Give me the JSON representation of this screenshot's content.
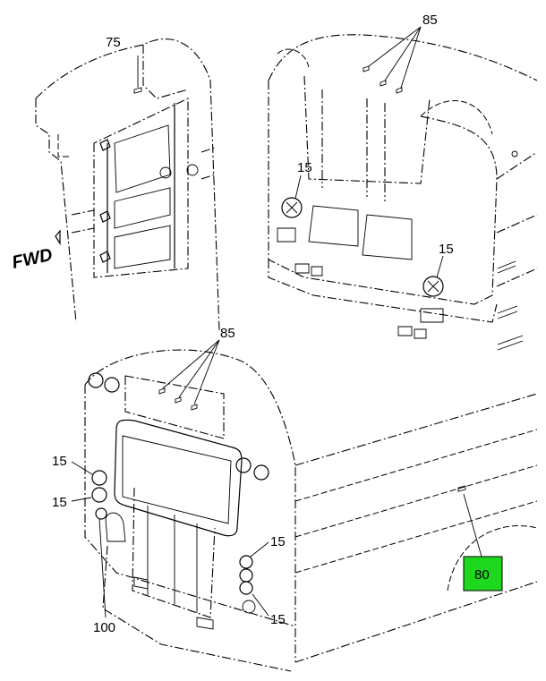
{
  "labels": {
    "c75": "75",
    "c85_top": "85",
    "c85_bottom": "85",
    "c15_front_left": "15",
    "c15_front_right": "15",
    "c15_rear_left_top": "15",
    "c15_rear_left_mid": "15",
    "c15_rear_right_top": "15",
    "c15_rear_right_bottom": "15",
    "c100": "100",
    "c80": "80",
    "fwd": "FWD"
  },
  "colors": {
    "highlight": "#1ed81e",
    "line": "#000000"
  },
  "highlighted_callout": "80"
}
